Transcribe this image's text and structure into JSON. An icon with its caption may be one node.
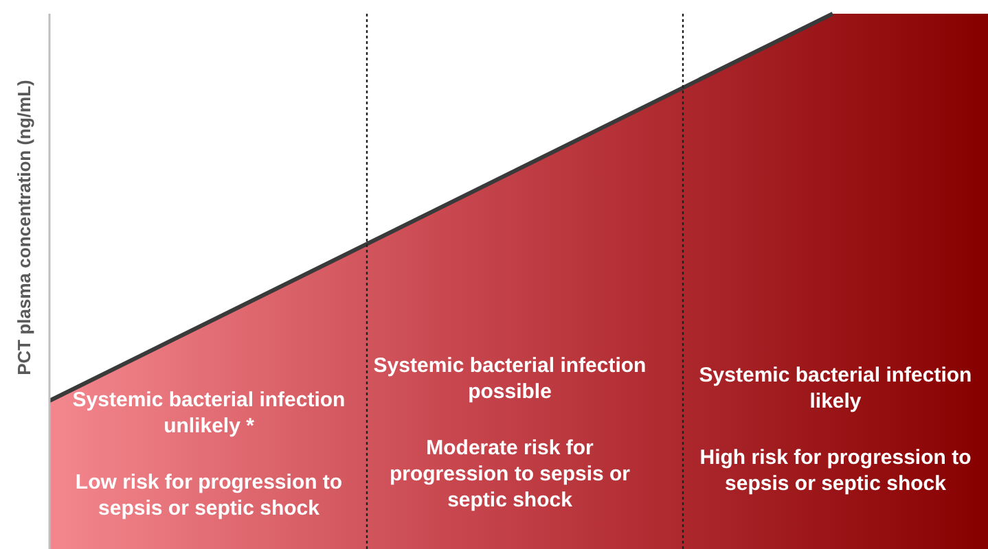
{
  "diagram": {
    "labels": [
      "PCT plasma concentration (ng/mL)",
      "Systemic bacterial infection unlikely *",
      "Low risk for progression to sepsis or septic shock",
      "Systemic bacterial infection possible",
      "Moderate risk for progression to sepsis or septic shock",
      "Systemic bacterial infection likely",
      "High risk for progression to sepsis or septic shock"
    ]
  }
}
